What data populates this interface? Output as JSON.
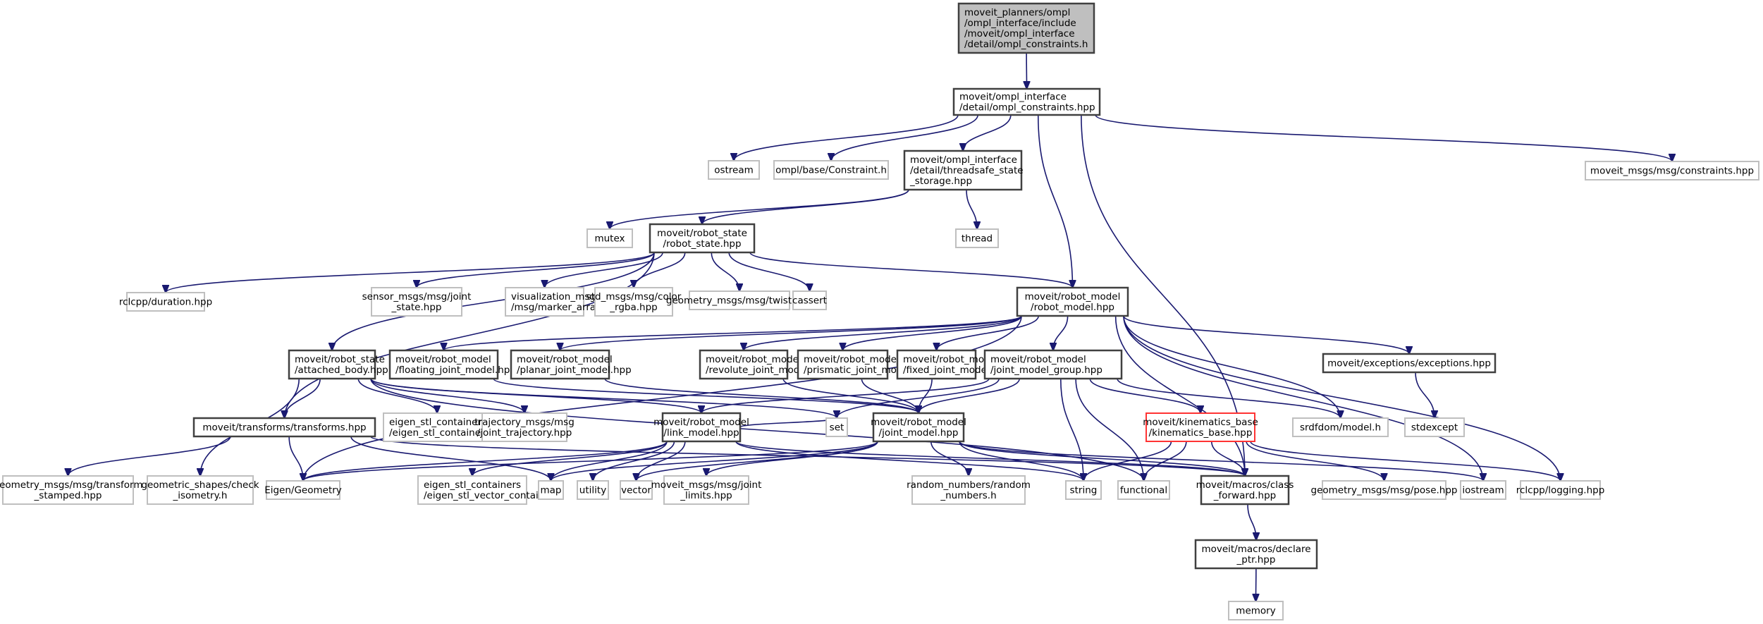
{
  "title": "Include dependency graph for ompl_constraints.h",
  "colors": {
    "edge": "#191970",
    "root_fill": "#bfbfbf",
    "documented_border": "#404040",
    "external_border": "#bfbfbf",
    "highlight_border": "#ff3333"
  },
  "nodes": [
    {
      "id": "root",
      "kind": "root",
      "lines": [
        "moveit_planners/ompl",
        "/ompl_interface/include",
        "/moveit/ompl_interface",
        "/detail/ompl_constraints.h"
      ],
      "align": "left"
    },
    {
      "id": "ompl_constraints_hpp",
      "kind": "doc",
      "lines": [
        "moveit/ompl_interface",
        "/detail/ompl_constraints.hpp"
      ],
      "align": "left"
    },
    {
      "id": "ostream",
      "kind": "ext",
      "lines": [
        "ostream"
      ]
    },
    {
      "id": "ompl_constraint",
      "kind": "ext",
      "lines": [
        "ompl/base/Constraint.h"
      ]
    },
    {
      "id": "threadsafe",
      "kind": "doc",
      "lines": [
        "moveit/ompl_interface",
        "/detail/threadsafe_state",
        "_storage.hpp"
      ],
      "align": "left"
    },
    {
      "id": "constraints_msg",
      "kind": "ext",
      "lines": [
        "moveit_msgs/msg/constraints.hpp"
      ]
    },
    {
      "id": "mutex",
      "kind": "ext",
      "lines": [
        "mutex"
      ]
    },
    {
      "id": "robot_state",
      "kind": "doc",
      "lines": [
        "moveit/robot_state",
        "/robot_state.hpp"
      ]
    },
    {
      "id": "thread",
      "kind": "ext",
      "lines": [
        "thread"
      ]
    },
    {
      "id": "duration",
      "kind": "ext",
      "lines": [
        "rclcpp/duration.hpp"
      ]
    },
    {
      "id": "joint_state",
      "kind": "ext",
      "lines": [
        "sensor_msgs/msg/joint",
        "_state.hpp"
      ]
    },
    {
      "id": "marker_array",
      "kind": "ext",
      "lines": [
        "visualization_msgs",
        "/msg/marker_array.hpp"
      ],
      "align": "left"
    },
    {
      "id": "color_rgba",
      "kind": "ext",
      "lines": [
        "std_msgs/msg/color",
        "_rgba.hpp"
      ]
    },
    {
      "id": "twist",
      "kind": "ext",
      "lines": [
        "geometry_msgs/msg/twist.hpp"
      ]
    },
    {
      "id": "cassert",
      "kind": "ext",
      "lines": [
        "cassert"
      ]
    },
    {
      "id": "robot_model",
      "kind": "doc",
      "lines": [
        "moveit/robot_model",
        "/robot_model.hpp"
      ]
    },
    {
      "id": "attached_body",
      "kind": "doc",
      "lines": [
        "moveit/robot_state",
        "/attached_body.hpp"
      ],
      "align": "left"
    },
    {
      "id": "floating_joint",
      "kind": "doc",
      "lines": [
        "moveit/robot_model",
        "/floating_joint_model.hpp"
      ],
      "align": "left"
    },
    {
      "id": "planar_joint",
      "kind": "doc",
      "lines": [
        "moveit/robot_model",
        "/planar_joint_model.hpp"
      ],
      "align": "left"
    },
    {
      "id": "revolute_joint",
      "kind": "doc",
      "lines": [
        "moveit/robot_model",
        "/revolute_joint_model.hpp"
      ],
      "align": "left"
    },
    {
      "id": "prismatic_joint",
      "kind": "doc",
      "lines": [
        "moveit/robot_model",
        "/prismatic_joint_model.hpp"
      ],
      "align": "left"
    },
    {
      "id": "fixed_joint",
      "kind": "doc",
      "lines": [
        "moveit/robot_model",
        "/fixed_joint_model.hpp"
      ],
      "align": "left"
    },
    {
      "id": "jmg",
      "kind": "doc",
      "lines": [
        "moveit/robot_model",
        "/joint_model_group.hpp"
      ],
      "align": "left"
    },
    {
      "id": "exceptions",
      "kind": "doc",
      "lines": [
        "moveit/exceptions/exceptions.hpp"
      ]
    },
    {
      "id": "stdexcept",
      "kind": "ext",
      "lines": [
        "stdexcept"
      ]
    },
    {
      "id": "transforms",
      "kind": "doc",
      "lines": [
        "moveit/transforms/transforms.hpp"
      ]
    },
    {
      "id": "eigen_stl_containers",
      "kind": "ext",
      "lines": [
        "eigen_stl_containers",
        "/eigen_stl_containers.h"
      ],
      "align": "left"
    },
    {
      "id": "joint_trajectory",
      "kind": "ext",
      "lines": [
        "trajectory_msgs/msg",
        "/joint_trajectory.hpp"
      ]
    },
    {
      "id": "link_model",
      "kind": "doc",
      "lines": [
        "moveit/robot_model",
        "/link_model.hpp"
      ]
    },
    {
      "id": "set",
      "kind": "ext",
      "lines": [
        "set"
      ]
    },
    {
      "id": "joint_model",
      "kind": "doc",
      "lines": [
        "moveit/robot_model",
        "/joint_model.hpp"
      ]
    },
    {
      "id": "kinematics_base",
      "kind": "hl",
      "lines": [
        "moveit/kinematics_base",
        "/kinematics_base.hpp"
      ]
    },
    {
      "id": "srdf_model",
      "kind": "ext",
      "lines": [
        "srdfdom/model.h"
      ]
    },
    {
      "id": "transform_stamped",
      "kind": "ext",
      "lines": [
        "geometry_msgs/msg/transform",
        "_stamped.hpp"
      ]
    },
    {
      "id": "check_isometry",
      "kind": "ext",
      "lines": [
        "geometric_shapes/check",
        "_isometry.h"
      ]
    },
    {
      "id": "eigen_geometry",
      "kind": "ext",
      "lines": [
        "Eigen/Geometry"
      ]
    },
    {
      "id": "eigen_stl_vector",
      "kind": "ext",
      "lines": [
        "eigen_stl_containers",
        "/eigen_stl_vector_container.h"
      ],
      "align": "left"
    },
    {
      "id": "map",
      "kind": "ext",
      "lines": [
        "map"
      ]
    },
    {
      "id": "utility",
      "kind": "ext",
      "lines": [
        "utility"
      ]
    },
    {
      "id": "vector",
      "kind": "ext",
      "lines": [
        "vector"
      ]
    },
    {
      "id": "joint_limits",
      "kind": "ext",
      "lines": [
        "moveit_msgs/msg/joint",
        "_limits.hpp"
      ]
    },
    {
      "id": "random_numbers",
      "kind": "ext",
      "lines": [
        "random_numbers/random",
        "_numbers.h"
      ]
    },
    {
      "id": "string",
      "kind": "ext",
      "lines": [
        "string"
      ]
    },
    {
      "id": "functional",
      "kind": "ext",
      "lines": [
        "functional"
      ]
    },
    {
      "id": "class_forward",
      "kind": "doc",
      "lines": [
        "moveit/macros/class",
        "_forward.hpp"
      ]
    },
    {
      "id": "pose",
      "kind": "ext",
      "lines": [
        "geometry_msgs/msg/pose.hpp"
      ]
    },
    {
      "id": "iostream",
      "kind": "ext",
      "lines": [
        "iostream"
      ]
    },
    {
      "id": "logging",
      "kind": "ext",
      "lines": [
        "rclcpp/logging.hpp"
      ]
    },
    {
      "id": "declare_ptr",
      "kind": "doc",
      "lines": [
        "moveit/macros/declare",
        "_ptr.hpp"
      ]
    },
    {
      "id": "memory",
      "kind": "ext",
      "lines": [
        "memory"
      ]
    }
  ],
  "edges": [
    [
      "root",
      "ompl_constraints_hpp"
    ],
    [
      "ompl_constraints_hpp",
      "ostream"
    ],
    [
      "ompl_constraints_hpp",
      "ompl_constraint"
    ],
    [
      "ompl_constraints_hpp",
      "threadsafe"
    ],
    [
      "ompl_constraints_hpp",
      "constraints_msg"
    ],
    [
      "ompl_constraints_hpp",
      "robot_model"
    ],
    [
      "ompl_constraints_hpp",
      "class_forward"
    ],
    [
      "threadsafe",
      "mutex"
    ],
    [
      "threadsafe",
      "robot_state"
    ],
    [
      "threadsafe",
      "thread"
    ],
    [
      "robot_state",
      "duration"
    ],
    [
      "robot_state",
      "joint_state"
    ],
    [
      "robot_state",
      "marker_array"
    ],
    [
      "robot_state",
      "color_rgba"
    ],
    [
      "robot_state",
      "twist"
    ],
    [
      "robot_state",
      "cassert"
    ],
    [
      "robot_state",
      "robot_model"
    ],
    [
      "robot_state",
      "attached_body"
    ],
    [
      "robot_state",
      "transforms"
    ],
    [
      "robot_model",
      "floating_joint"
    ],
    [
      "robot_model",
      "planar_joint"
    ],
    [
      "robot_model",
      "revolute_joint"
    ],
    [
      "robot_model",
      "prismatic_joint"
    ],
    [
      "robot_model",
      "fixed_joint"
    ],
    [
      "robot_model",
      "jmg"
    ],
    [
      "robot_model",
      "exceptions"
    ],
    [
      "robot_model",
      "srdf_model"
    ],
    [
      "robot_model",
      "iostream"
    ],
    [
      "robot_model",
      "logging"
    ],
    [
      "robot_model",
      "class_forward"
    ],
    [
      "robot_model",
      "eigen_geometry"
    ],
    [
      "exceptions",
      "stdexcept"
    ],
    [
      "attached_body",
      "transforms"
    ],
    [
      "attached_body",
      "eigen_stl_containers"
    ],
    [
      "attached_body",
      "joint_trajectory"
    ],
    [
      "attached_body",
      "link_model"
    ],
    [
      "attached_body",
      "set"
    ],
    [
      "attached_body",
      "check_isometry"
    ],
    [
      "attached_body",
      "functional"
    ],
    [
      "floating_joint",
      "joint_model"
    ],
    [
      "planar_joint",
      "joint_model"
    ],
    [
      "revolute_joint",
      "joint_model"
    ],
    [
      "prismatic_joint",
      "joint_model"
    ],
    [
      "fixed_joint",
      "joint_model"
    ],
    [
      "jmg",
      "joint_model"
    ],
    [
      "jmg",
      "link_model"
    ],
    [
      "jmg",
      "kinematics_base"
    ],
    [
      "jmg",
      "srdf_model"
    ],
    [
      "jmg",
      "set"
    ],
    [
      "jmg",
      "string"
    ],
    [
      "jmg",
      "functional"
    ],
    [
      "transforms",
      "transform_stamped"
    ],
    [
      "transforms",
      "eigen_geometry"
    ],
    [
      "transforms",
      "map"
    ],
    [
      "transforms",
      "class_forward"
    ],
    [
      "link_model",
      "eigen_geometry"
    ],
    [
      "link_model",
      "eigen_stl_vector"
    ],
    [
      "link_model",
      "map"
    ],
    [
      "link_model",
      "utility"
    ],
    [
      "link_model",
      "vector"
    ],
    [
      "link_model",
      "string"
    ],
    [
      "link_model",
      "class_forward"
    ],
    [
      "link_model",
      "set"
    ],
    [
      "joint_model",
      "eigen_geometry"
    ],
    [
      "joint_model",
      "map"
    ],
    [
      "joint_model",
      "vector"
    ],
    [
      "joint_model",
      "joint_limits"
    ],
    [
      "joint_model",
      "random_numbers"
    ],
    [
      "joint_model",
      "string"
    ],
    [
      "joint_model",
      "class_forward"
    ],
    [
      "joint_model",
      "iostream"
    ],
    [
      "kinematics_base",
      "string"
    ],
    [
      "kinematics_base",
      "functional"
    ],
    [
      "kinematics_base",
      "class_forward"
    ],
    [
      "kinematics_base",
      "pose"
    ],
    [
      "kinematics_base",
      "logging"
    ],
    [
      "class_forward",
      "declare_ptr"
    ],
    [
      "declare_ptr",
      "memory"
    ]
  ]
}
